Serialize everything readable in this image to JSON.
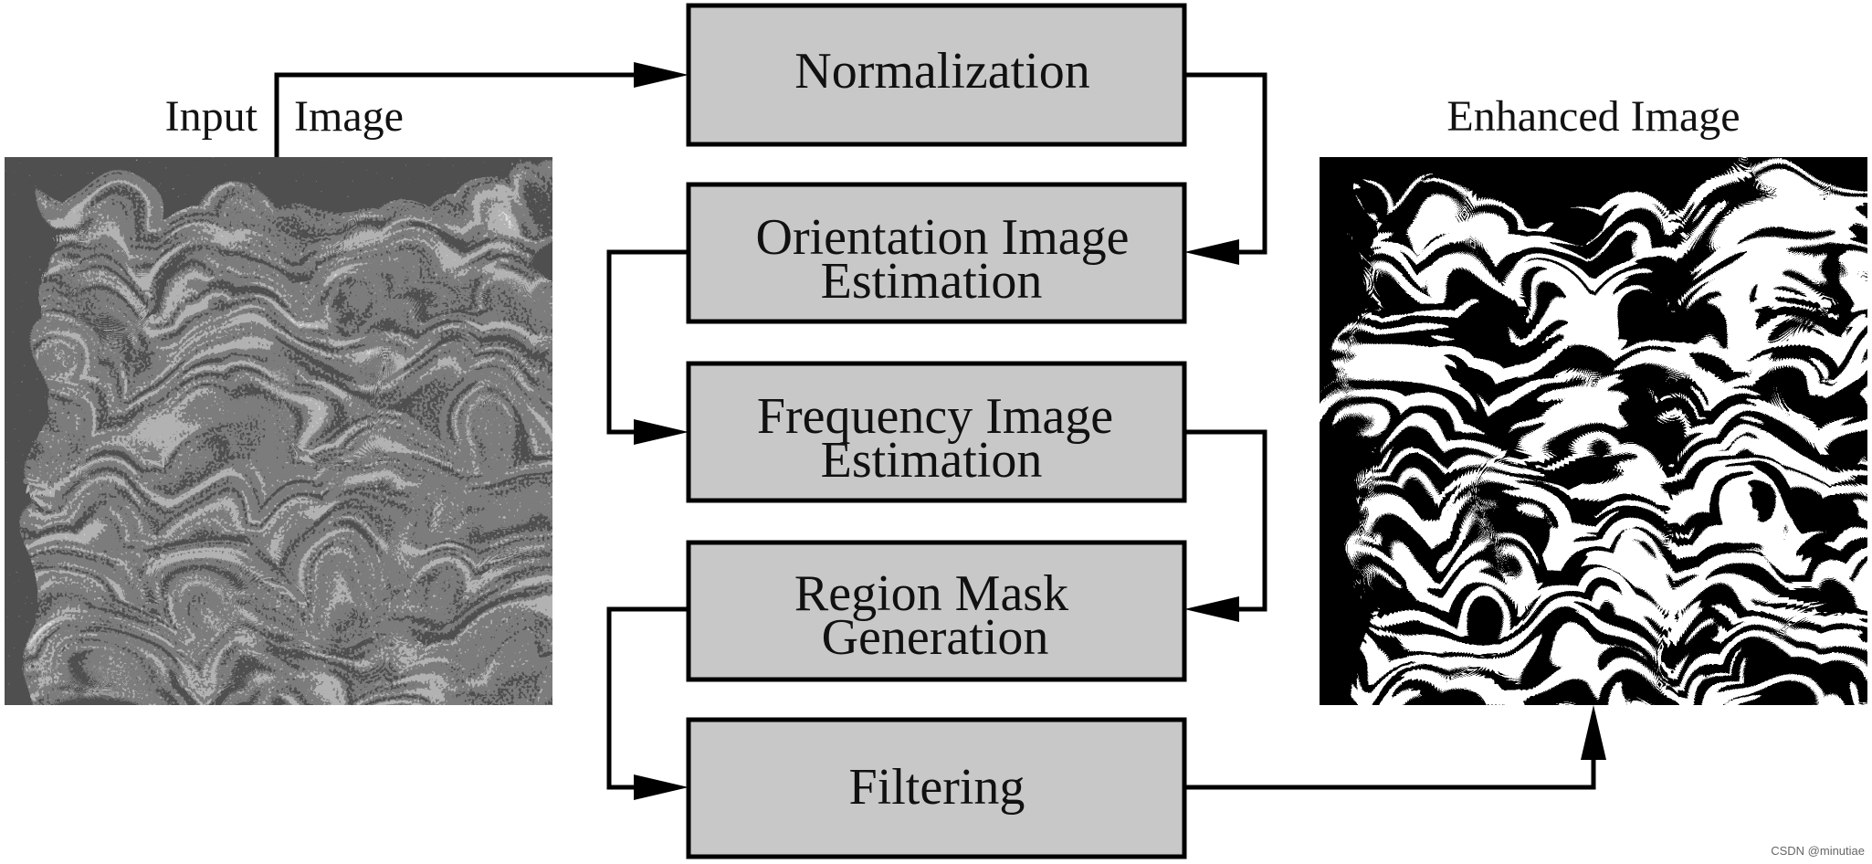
{
  "labels": {
    "input_left": "Input",
    "input_right": "Image",
    "output": "Enhanced Image"
  },
  "steps": [
    {
      "lines": [
        "Normalization"
      ]
    },
    {
      "lines": [
        "Orientation Image",
        "Estimation"
      ]
    },
    {
      "lines": [
        "Frequency Image",
        "Estimation"
      ]
    },
    {
      "lines": [
        "Region Mask",
        "Generation"
      ]
    },
    {
      "lines": [
        "Filtering"
      ]
    }
  ],
  "watermark": "CSDN @minutiae",
  "colors": {
    "box_fill": "#c8c8c8",
    "stroke": "#000000",
    "background": "#ffffff"
  },
  "images": {
    "input": "input-fingerprint",
    "output": "enhanced-fingerprint"
  }
}
